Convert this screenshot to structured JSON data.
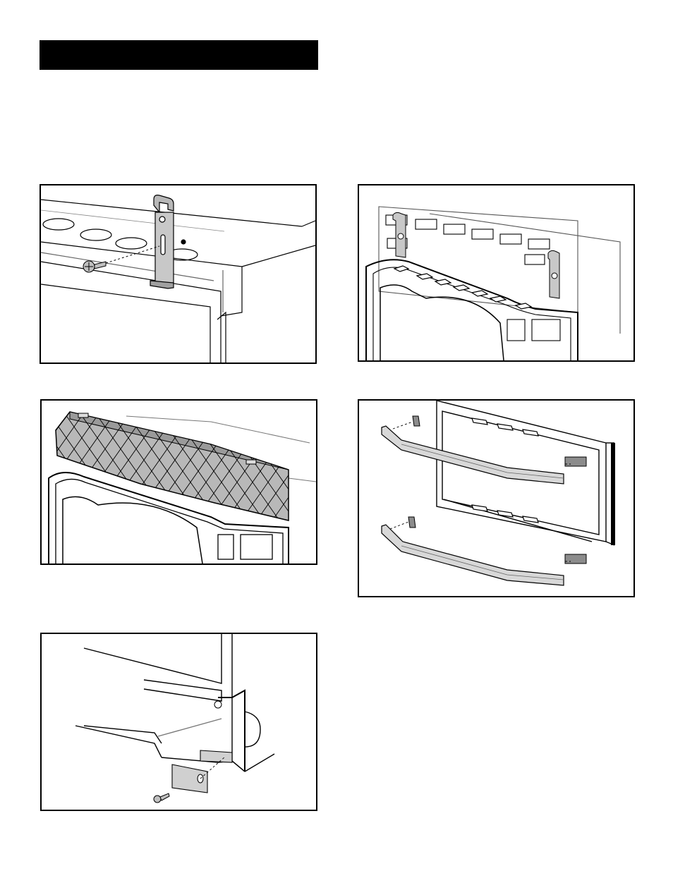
{
  "page": {
    "heading": ""
  },
  "colors": {
    "ink": "#000000",
    "paper": "#ffffff",
    "panel_fill": "#b8b8b8",
    "tab_fill": "#8c8c8c"
  },
  "figures": [
    {
      "id": "fig1",
      "depicts": "mounting-bracket-and-screw"
    },
    {
      "id": "fig2",
      "depicts": "brackets-attached-to-firebox-top"
    },
    {
      "id": "fig3",
      "depicts": "decorative-lattice-panel-installed"
    },
    {
      "id": "fig4",
      "depicts": "trim-pieces-with-adhesive-tabs"
    },
    {
      "id": "fig5",
      "depicts": "bottom-bracket-and-screw"
    }
  ]
}
